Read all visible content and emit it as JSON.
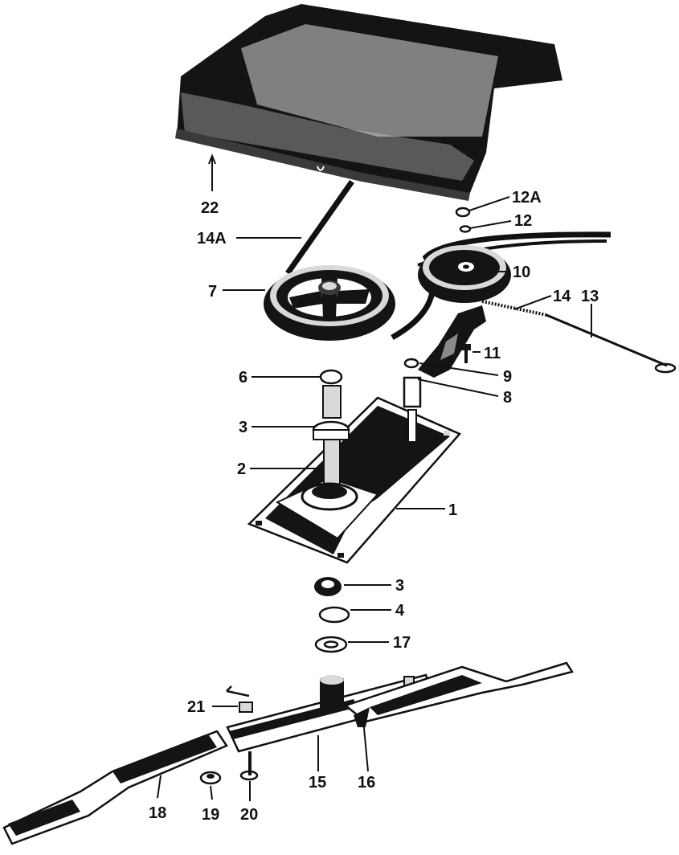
{
  "callouts": {
    "c22": "22",
    "c12a": "12A",
    "c12": "12",
    "c14a": "14A",
    "c10": "10",
    "c7": "7",
    "c14": "14",
    "c13": "13",
    "c11": "11",
    "c6": "6",
    "c9": "9",
    "c8": "8",
    "c3a": "3",
    "c2": "2",
    "c1": "1",
    "c3b": "3",
    "c4": "4",
    "c17": "17",
    "c21": "21",
    "c15": "15",
    "c16": "16",
    "c18": "18",
    "c19": "19",
    "c20": "20"
  }
}
